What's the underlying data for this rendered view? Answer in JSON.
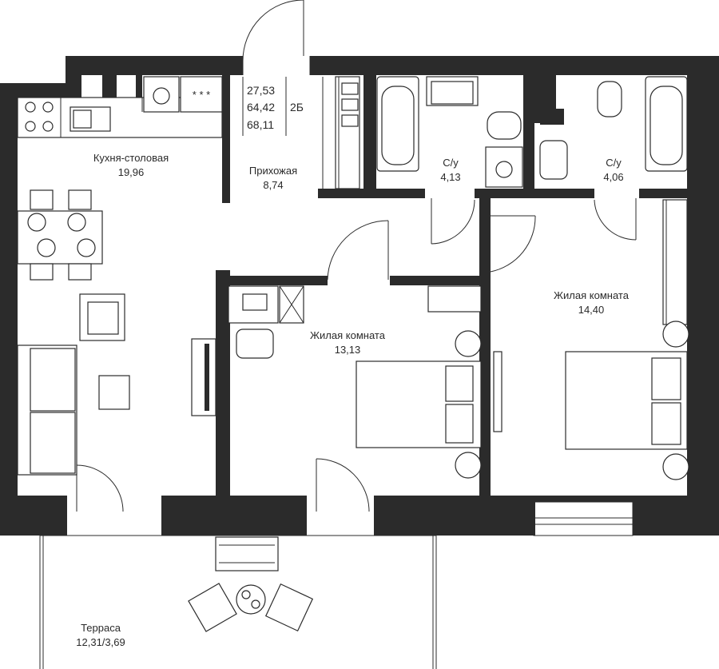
{
  "summary": {
    "living_area": "27,53",
    "total_area": "64,42",
    "total_with_terrace": "68,11",
    "type": "2Б"
  },
  "rooms": {
    "kitchen": {
      "name": "Кухня-столовая",
      "area": "19,96"
    },
    "hall": {
      "name": "Прихожая",
      "area": "8,74"
    },
    "bath1": {
      "name": "С/у",
      "area": "4,13"
    },
    "bath2": {
      "name": "С/у",
      "area": "4,06"
    },
    "bedroom1": {
      "name": "Жилая комната",
      "area": "13,13"
    },
    "bedroom2": {
      "name": "Жилая комната",
      "area": "14,40"
    },
    "terrace": {
      "name": "Терраса",
      "area": "12,31/3,69"
    }
  },
  "colors": {
    "wall": "#2b2b2b",
    "background": "#ffffff"
  }
}
